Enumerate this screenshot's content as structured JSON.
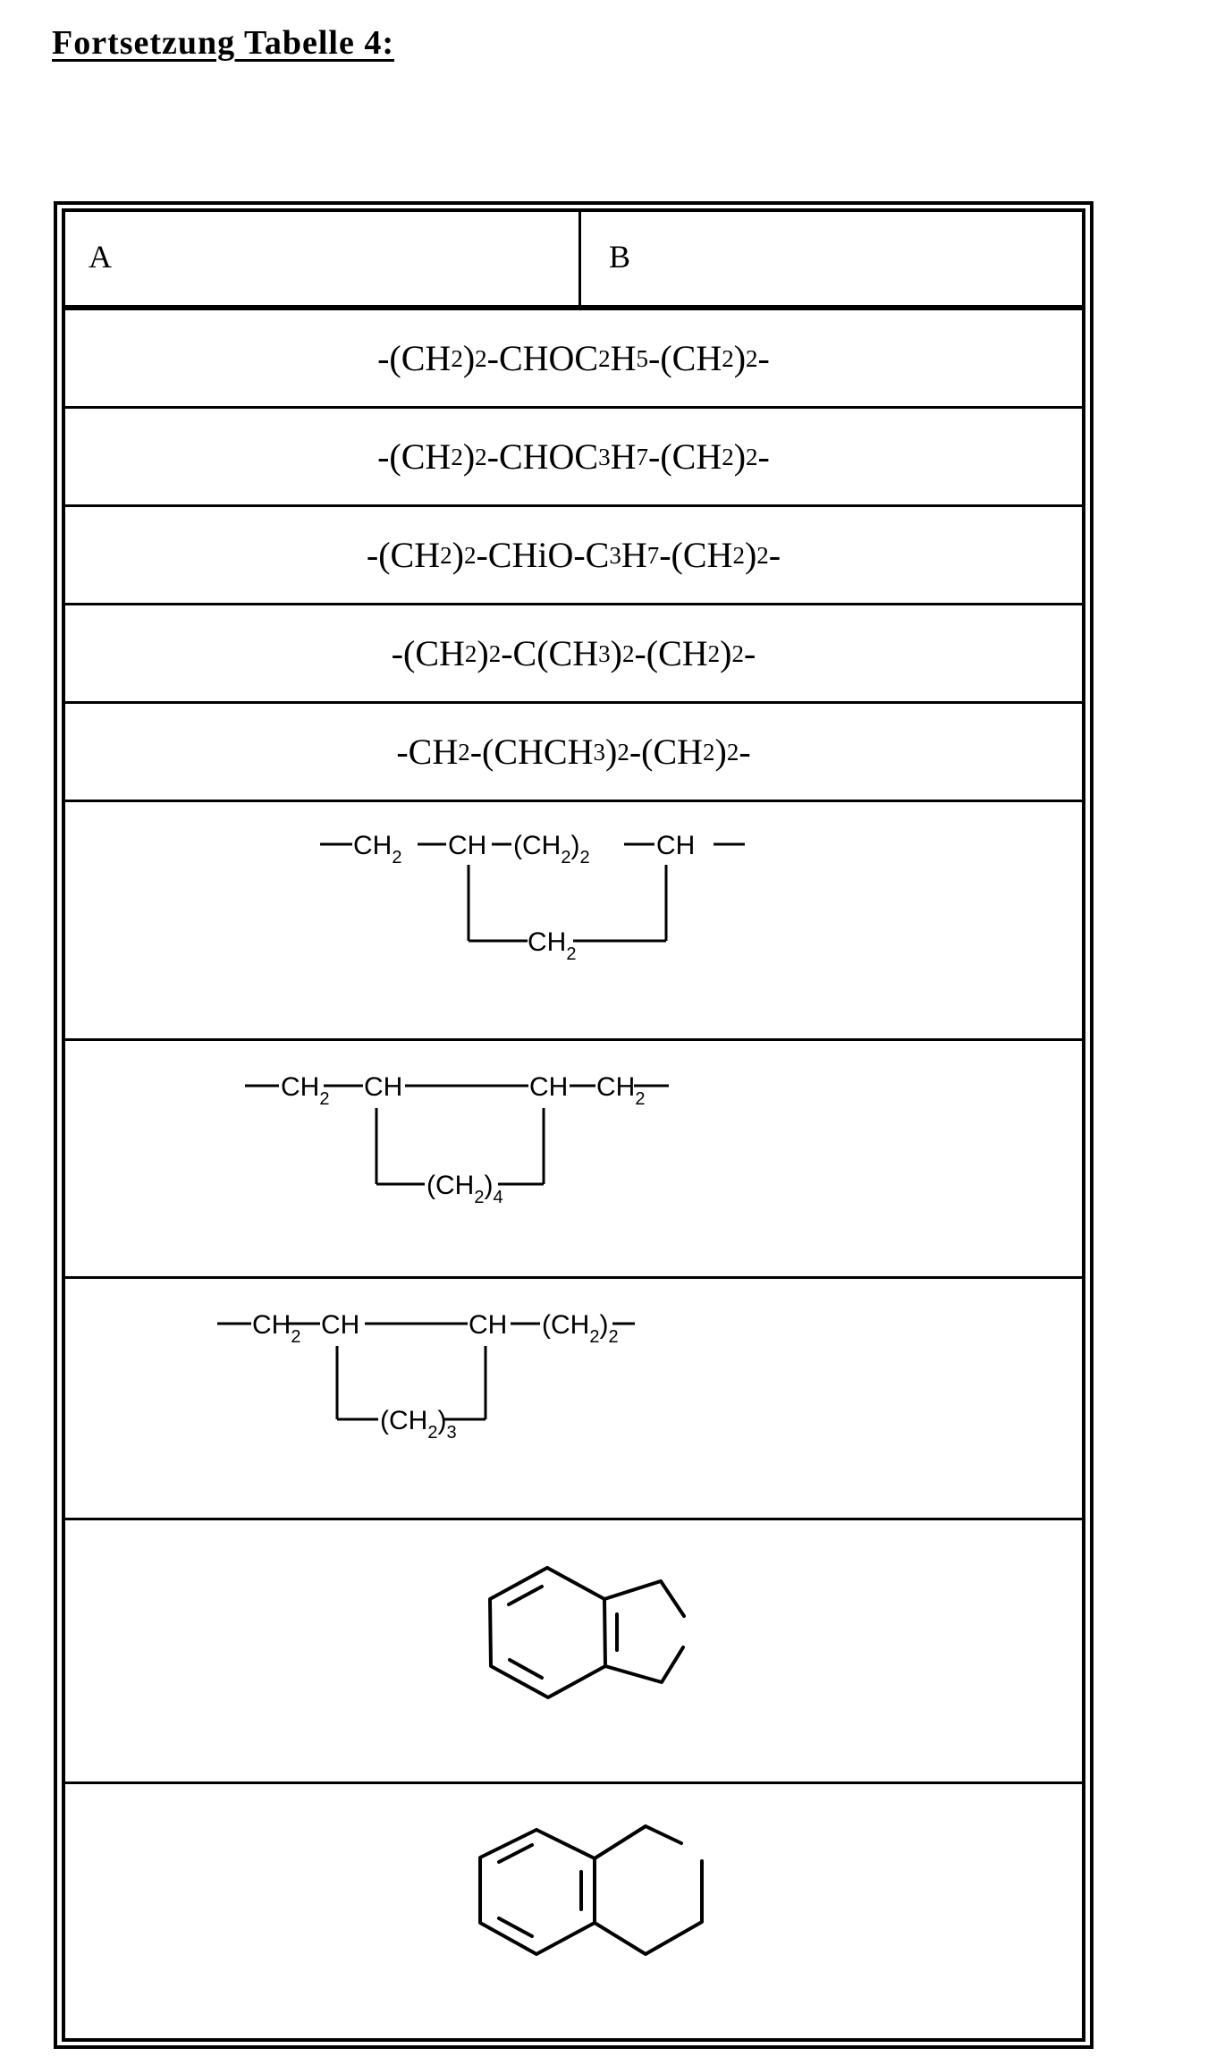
{
  "page": {
    "title": "Fortsetzung Tabelle 4:"
  },
  "table": {
    "headers": {
      "a": "A",
      "b": "B"
    },
    "formula_rows": [
      {
        "text": "-(CH2)2-CHOC2H5-(CH2)2-",
        "parts": [
          "-(CH",
          "2",
          ")",
          "2",
          "-CHOC",
          "2",
          "H",
          "5",
          "-(CH",
          "2",
          ")",
          "2",
          "-"
        ]
      },
      {
        "text": "-(CH2)2-CHOC3H7-(CH2)2-",
        "parts": [
          "-(CH",
          "2",
          ")",
          "2",
          "-CHOC",
          "3",
          "H",
          "7",
          "-(CH",
          "2",
          ")",
          "2",
          "-"
        ]
      },
      {
        "text": "-(CH2)2-CHiO-C3H7-(CH2)2-",
        "parts": [
          "-(CH",
          "2",
          ")",
          "2",
          "-CHiO-C",
          "3",
          "H",
          "7",
          "-(CH",
          "2",
          ")",
          "2",
          "-"
        ]
      },
      {
        "text": "-(CH2)2-C(CH3)2-(CH2)2-",
        "parts": [
          "-(CH",
          "2",
          ")",
          "2",
          "-C(CH",
          "3",
          ")",
          "2",
          "-(CH",
          "2",
          ")",
          "2",
          "-"
        ]
      },
      {
        "text": "-CH2-(CHCH3)2-(CH2)2-",
        "parts": [
          "-CH",
          "2",
          "-(CHCH",
          "3",
          ")",
          "2",
          "-(CH",
          "2",
          ")",
          "2",
          "-"
        ]
      }
    ],
    "structure_rows": [
      {
        "description": "—CH2—CH—(CH2)2—CH— bridged by CH2",
        "top": {
          "ch2": "CH",
          "ch2_sub": "2",
          "ch_left": "CH",
          "mid": "(CH",
          "mid_sub": "2",
          "mid_close": ")",
          "mid_sub2": "2",
          "ch_right": "CH"
        },
        "bridge": {
          "label": "CH",
          "sub": "2",
          "sub2": ""
        }
      },
      {
        "description": "—CH2—CH————CH—CH2— bridged by (CH2)4",
        "top": {
          "ch2": "CH",
          "ch2_sub": "2",
          "ch_left": "CH",
          "ch_right": "CH",
          "end": "CH",
          "end_sub": "2"
        },
        "bridge": {
          "label": "(CH",
          "sub": "2",
          "close": ")",
          "sub2": "4"
        }
      },
      {
        "description": "—CH2—CH————CH—(CH2)2— bridged by (CH2)3",
        "top": {
          "ch2": "CH",
          "ch2_sub": "2",
          "ch_left": "CH",
          "ch_right": "CH",
          "end": "(CH",
          "end_sub": "2",
          "end_close": ")",
          "end_sub2": "2"
        },
        "bridge": {
          "label": "(CH",
          "sub": "2",
          "close": ")",
          "sub2": "3"
        }
      },
      {
        "description": "Indane-diyl ring structure (benzene fused with 5-membered ring, open bonds)"
      },
      {
        "description": "Tetralin-diyl ring structure (benzene fused with 6-membered ring, open bonds)"
      }
    ]
  }
}
